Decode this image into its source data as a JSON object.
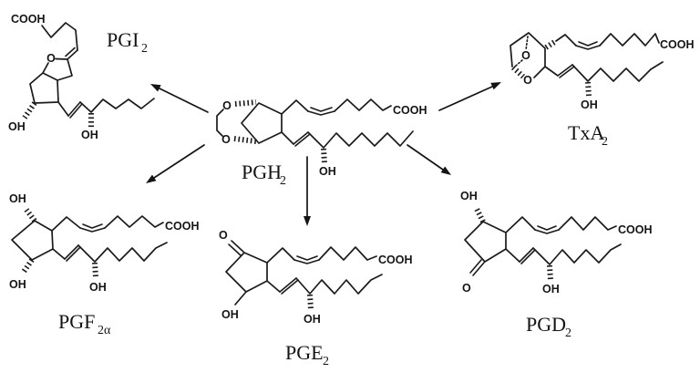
{
  "diagram": "prostanoid-synthesis-pathway",
  "colors": {
    "background": "#ffffff",
    "ink": "#1b1b1b"
  },
  "center": {
    "name": {
      "main": "PGH",
      "sub": "2"
    },
    "atoms": {
      "o_top": "O",
      "o_bottom": "O",
      "cooh": "COOH",
      "chain_oh": "OH"
    }
  },
  "products": {
    "pgi2": {
      "name": {
        "main": "PGI",
        "sub": "2"
      },
      "atoms": {
        "cooh": "COOH",
        "ring_o": "O",
        "ring_oh": "OH",
        "chain_oh": "OH"
      }
    },
    "txa2": {
      "name": {
        "main": "TxA",
        "sub": "2"
      },
      "atoms": {
        "ring_o_inner": "O",
        "ring_o_bottom": "O",
        "cooh": "COOH",
        "chain_oh": "OH"
      }
    },
    "pgf2a": {
      "name": {
        "main": "PGF",
        "sub": "2α"
      },
      "atoms": {
        "top_oh": "OH",
        "bottom_oh": "OH",
        "cooh": "COOH",
        "chain_oh": "OH"
      }
    },
    "pge2": {
      "name": {
        "main": "PGE",
        "sub": "2"
      },
      "atoms": {
        "ketone_o": "O",
        "ring_oh": "OH",
        "cooh": "COOH",
        "chain_oh": "OH"
      }
    },
    "pgd2": {
      "name": {
        "main": "PGD",
        "sub": "2"
      },
      "atoms": {
        "top_oh": "OH",
        "ketone_o": "O",
        "cooh": "COOH",
        "chain_oh": "OH"
      }
    }
  }
}
